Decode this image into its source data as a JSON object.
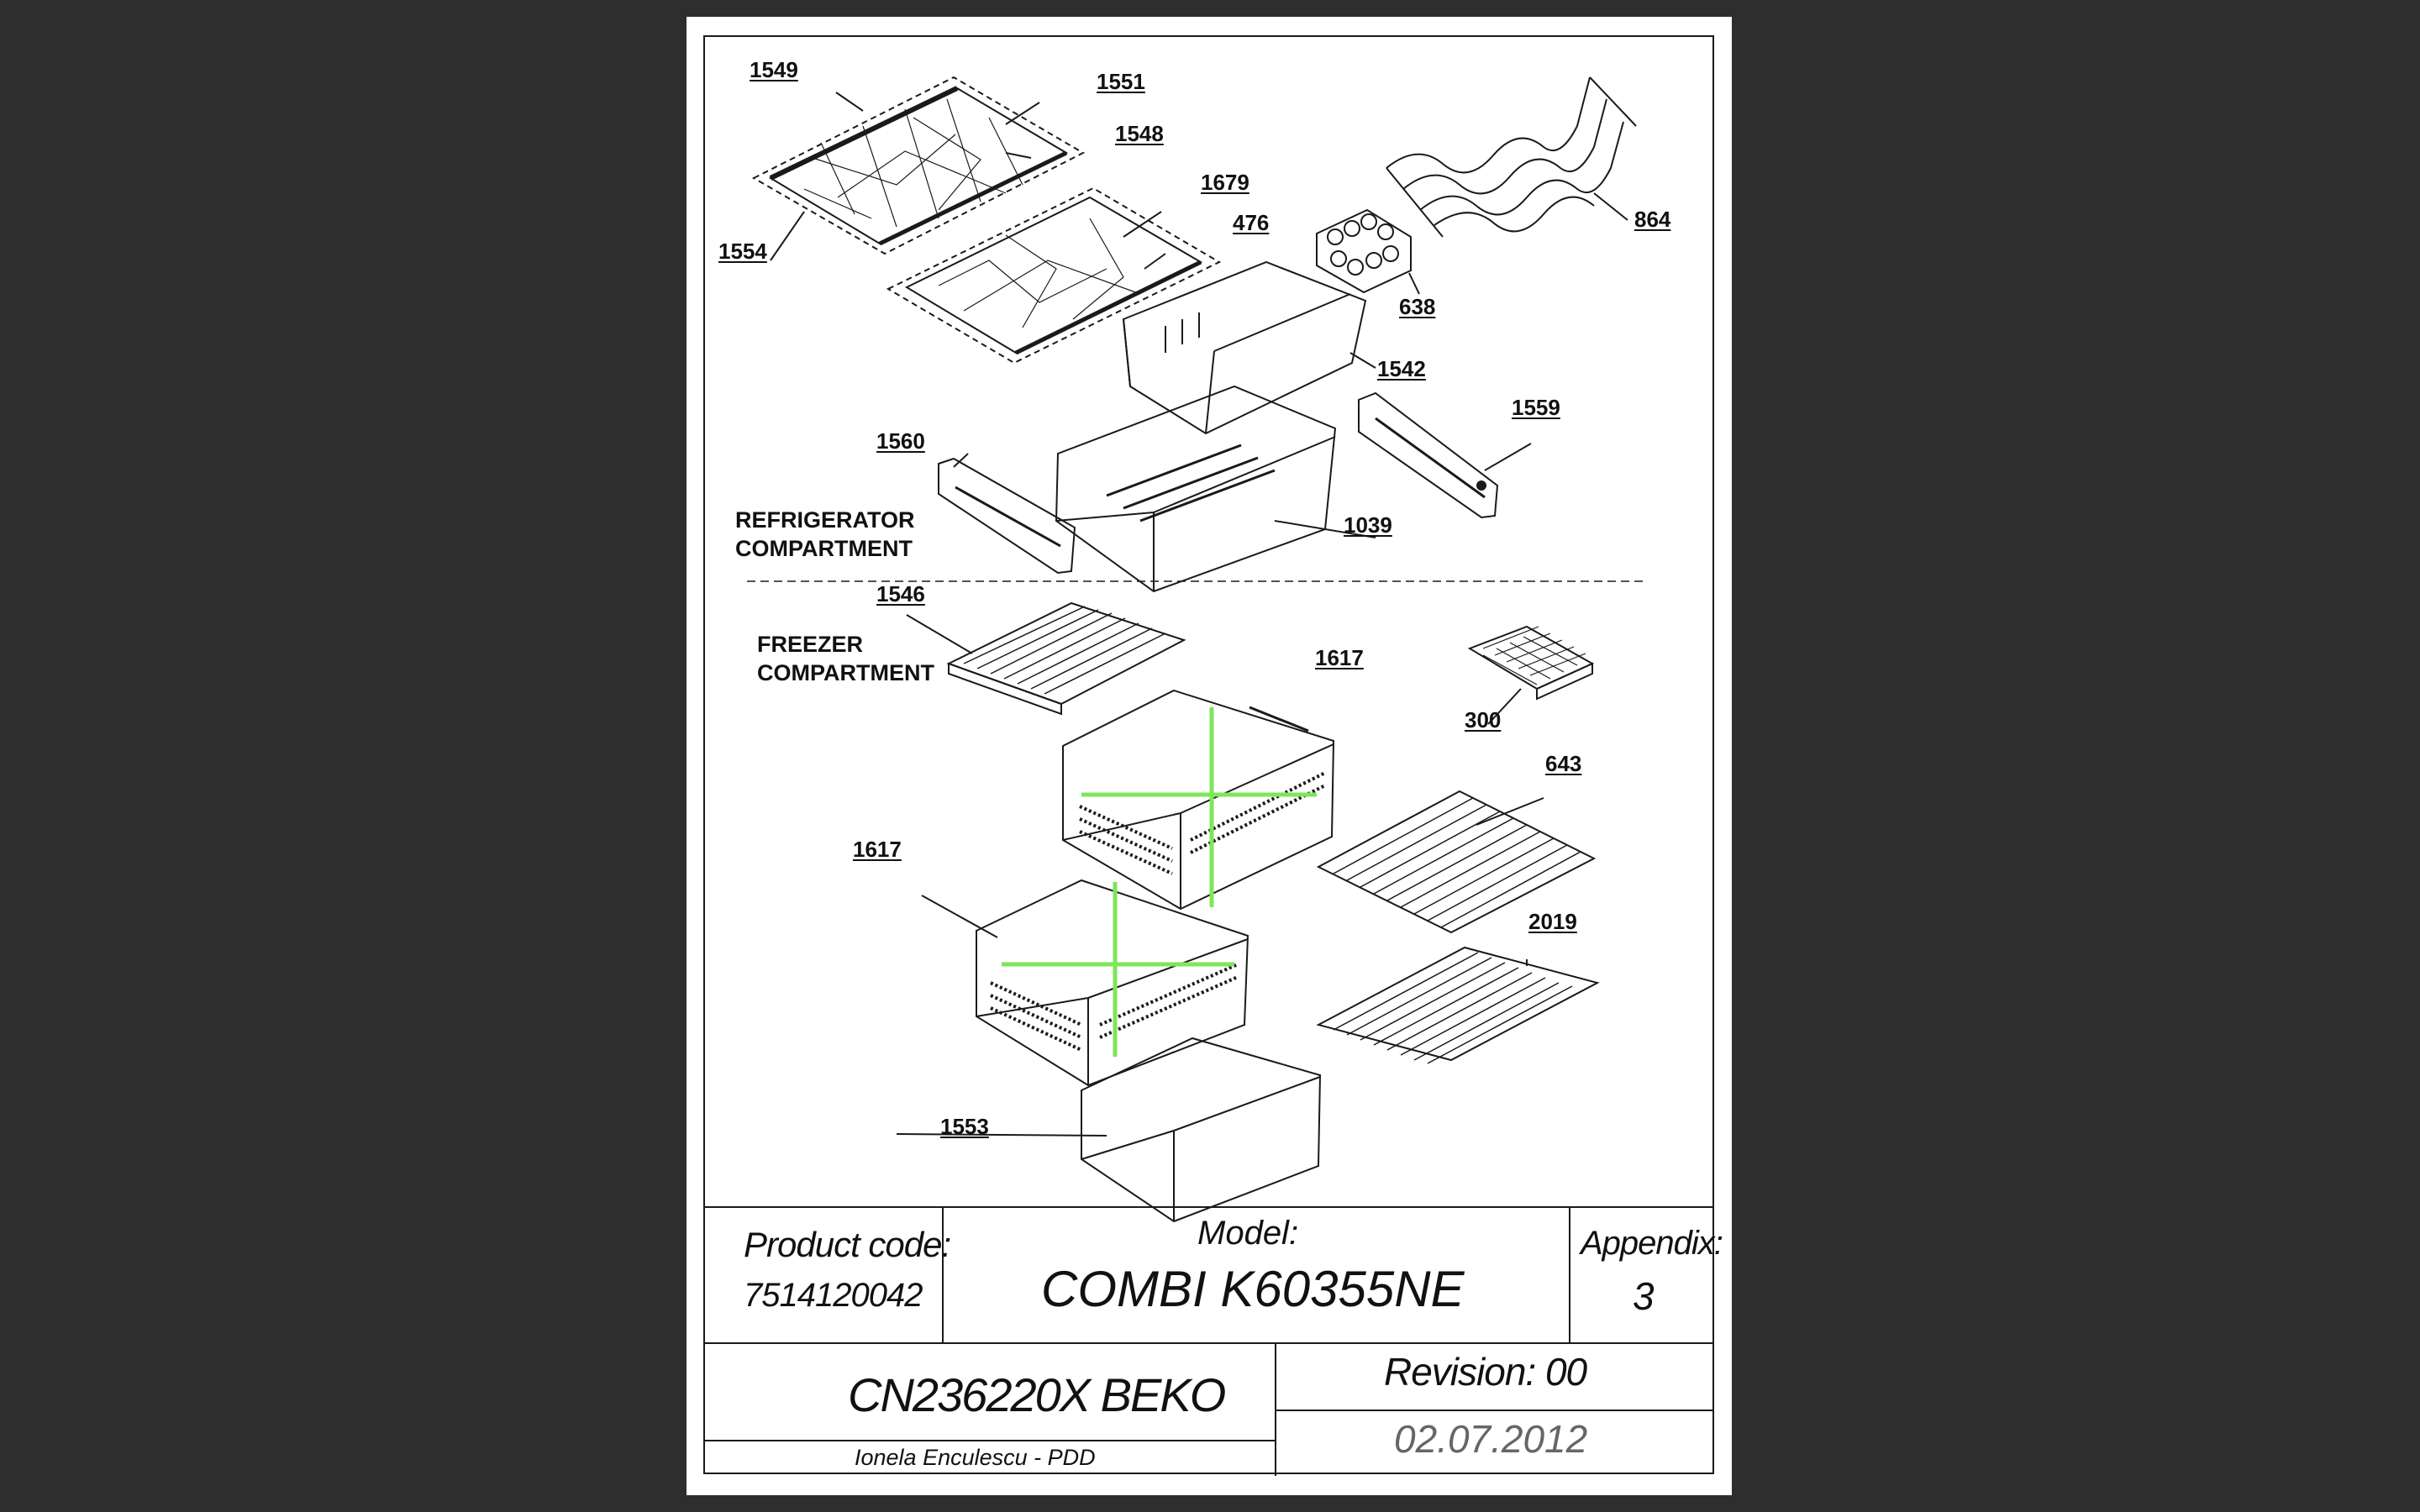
{
  "labels": {
    "p1549": "1549",
    "p1551": "1551",
    "p1548": "1548",
    "p1554": "1554",
    "p1679": "1679",
    "p476": "476",
    "p638": "638",
    "p864": "864",
    "p1542": "1542",
    "p1559": "1559",
    "p1560": "1560",
    "p1039": "1039",
    "p1546": "1546",
    "p1617a": "1617",
    "p300": "300",
    "p643": "643",
    "p1617b": "1617",
    "p2019": "2019",
    "p1553": "1553"
  },
  "sections": {
    "refrigerator_line1": "REFRIGERATOR",
    "refrigerator_line2": "COMPARTMENT",
    "freezer_line1": "FREEZER",
    "freezer_line2": "COMPARTMENT"
  },
  "title_block": {
    "product_code_label": "Product code:",
    "product_code_value": "7514120042",
    "model_label": "Model:",
    "model_value": "COMBI K60355NE",
    "appendix_label": "Appendix:",
    "appendix_value": "3",
    "drawing_name": "CN236220X BEKO",
    "revision": "Revision: 00",
    "author": "Ionela Enculescu - PDD",
    "date": "02.07.2012"
  },
  "colors": {
    "background": "#2e2e2e",
    "sheet": "#ffffff",
    "line": "#1a1a1a",
    "highlight": "#7ee65a",
    "date_text": "#666666"
  }
}
